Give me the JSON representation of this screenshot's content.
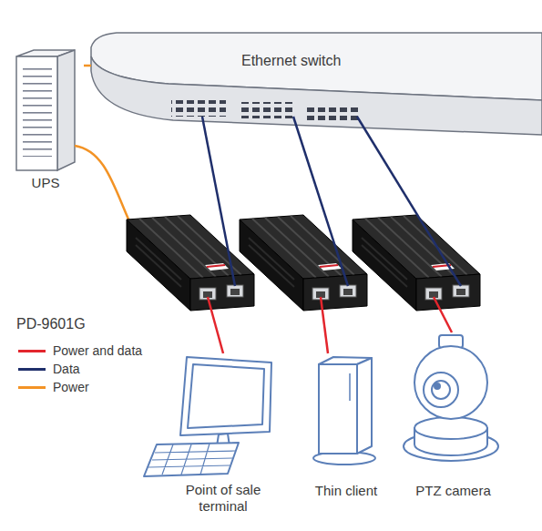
{
  "diagram": {
    "nodes": [
      {
        "text": [
          "UPS"
        ]
      },
      {
        "text": [
          "Ethernet switch"
        ]
      },
      {
        "text": [
          "Point of sale terminal"
        ]
      },
      {
        "text": [
          "Thin client"
        ]
      },
      {
        "text": [
          "PTZ camera"
        ]
      }
    ],
    "edges": [
      {
        "from": 0,
        "to": 1,
        "arrow": "none"
      },
      {
        "from": 1,
        "to": 2,
        "arrow": "none"
      },
      {
        "from": 1,
        "to": 3,
        "arrow": "none"
      },
      {
        "from": 1,
        "to": 4,
        "arrow": "none"
      }
    ],
    "labels": [
      "PD-9601G"
    ],
    "legend": [
      {
        "text": "Power and data",
        "color": "#e3262d"
      },
      {
        "text": "Data",
        "color": "#1f2f6b"
      },
      {
        "text": "Power",
        "color": "#f39325"
      }
    ]
  }
}
